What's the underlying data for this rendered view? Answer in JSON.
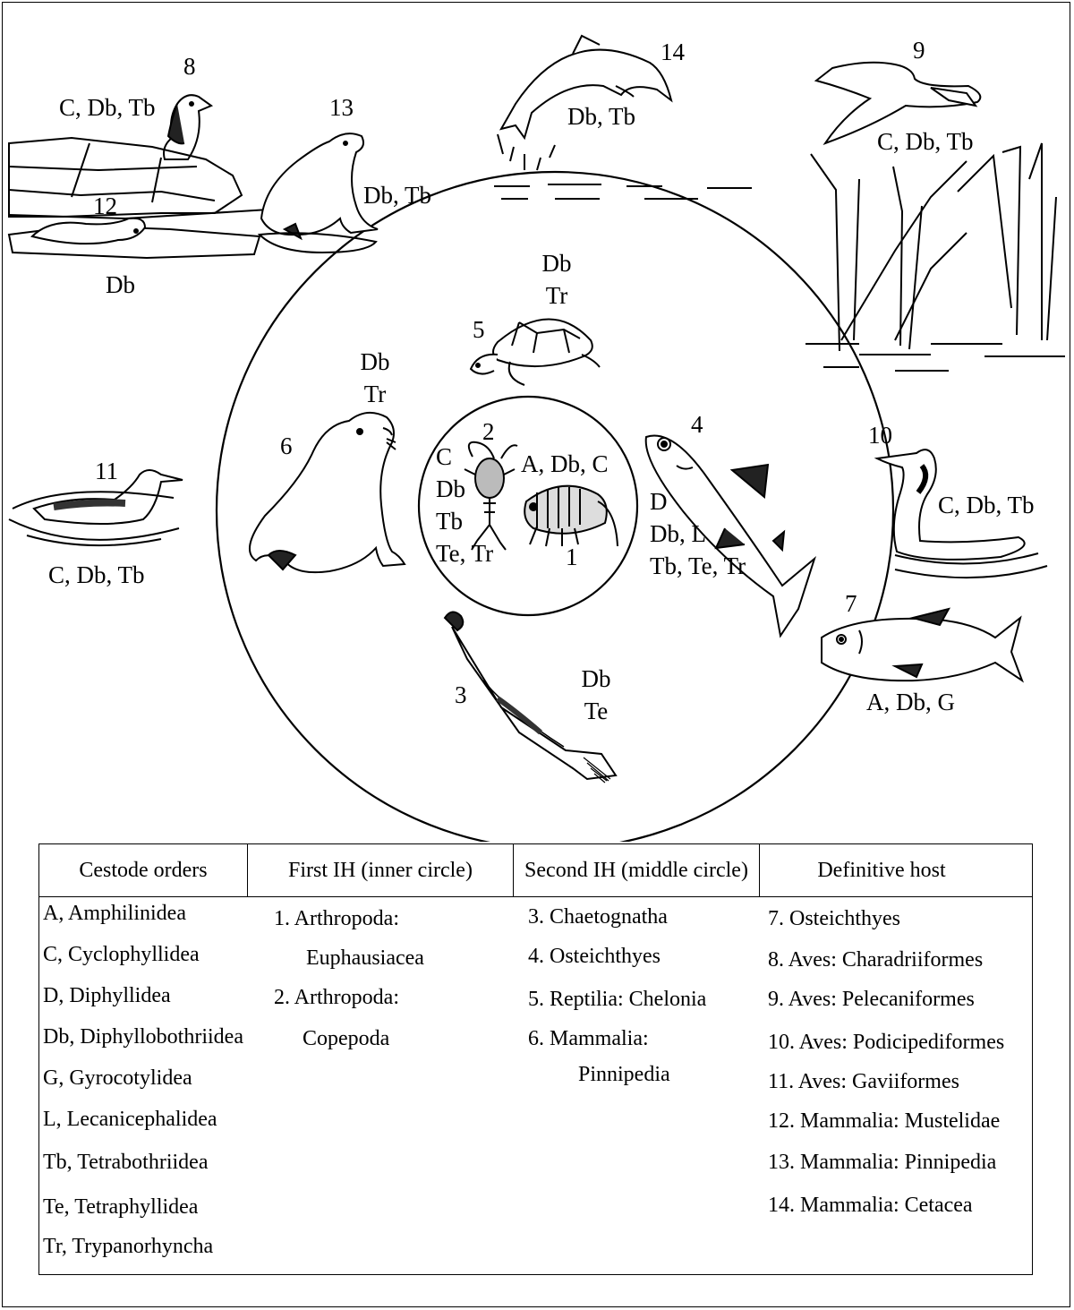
{
  "labels": {
    "n1": "1",
    "n2": "2",
    "n3": "3",
    "n4": "4",
    "n5": "5",
    "n6": "6",
    "n7": "7",
    "n8": "8",
    "n9": "9",
    "n10": "10",
    "n11": "11",
    "n12": "12",
    "n13": "13",
    "n14": "14",
    "h1": "A, Db, C",
    "h2": [
      "C",
      "Db",
      "Tb",
      "Te, Tr"
    ],
    "h3": [
      "Db",
      "Te"
    ],
    "h4": [
      "D",
      "Db, L",
      "Tb, Te, Tr"
    ],
    "h5": [
      "Db",
      "Tr"
    ],
    "h6": [
      "Db",
      "Tr"
    ],
    "h7": "A, Db, G",
    "h8": "C, Db, Tb",
    "h9": "C, Db, Tb",
    "h10": "C, Db, Tb",
    "h11": "C, Db, Tb",
    "h12": "Db",
    "h13": "Db, Tb",
    "h14": "Db, Tb"
  },
  "table": {
    "headers": [
      "Cestode orders",
      "First IH (inner circle)",
      "Second IH (middle circle)",
      "Definitive host"
    ],
    "orders": [
      "A, Amphilinidea",
      "C, Cyclophyllidea",
      "D, Diphyllidea",
      "Db, Diphyllobothriidea",
      "G, Gyrocotylidea",
      "L, Lecanicephalidea",
      "Tb, Tetrabothriidea",
      "Te, Tetraphyllidea",
      "Tr, Trypanorhyncha"
    ],
    "first_ih": [
      "1. Arthropoda:",
      "Euphausiacea",
      "2. Arthropoda:",
      "Copepoda"
    ],
    "second_ih": [
      "3. Chaetognatha",
      "4. Osteichthyes",
      "5. Reptilia: Chelonia",
      "6. Mammalia:",
      "Pinnipedia"
    ],
    "definitive": [
      "7. Osteichthyes",
      "8. Aves: Charadriiformes",
      "9. Aves: Pelecaniformes",
      "10. Aves: Podicipediformes",
      "11. Aves: Gaviiformes",
      "12. Mammalia: Mustelidae",
      "13. Mammalia: Pinnipedia",
      "14. Mammalia: Cetacea"
    ]
  }
}
